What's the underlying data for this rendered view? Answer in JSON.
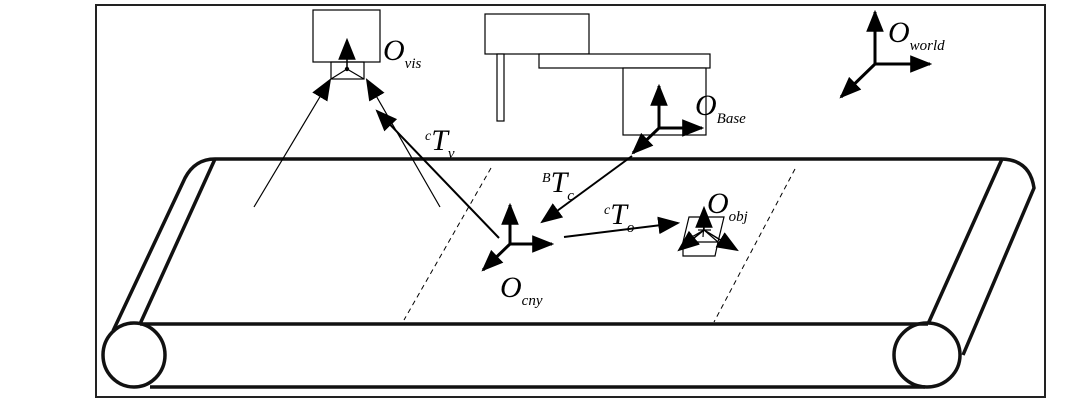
{
  "figure": {
    "description": "Coordinate frames of a robotic conveyor pick system",
    "frames": {
      "vision": {
        "symbol": "O",
        "subscript": "vis"
      },
      "base": {
        "symbol": "O",
        "subscript": "Base"
      },
      "world": {
        "symbol": "O",
        "subscript": "world"
      },
      "conveyor": {
        "symbol": "O",
        "subscript": "cny"
      },
      "object": {
        "symbol": "O",
        "subscript": "obj"
      }
    },
    "transforms": {
      "conveyor_to_vision": {
        "superscript": "c",
        "symbol": "T",
        "subscript": "v"
      },
      "base_to_conveyor": {
        "superscript": "B",
        "symbol": "T",
        "subscript": "c"
      },
      "conveyor_to_object": {
        "superscript": "c",
        "symbol": "T",
        "subscript": "o"
      }
    }
  }
}
